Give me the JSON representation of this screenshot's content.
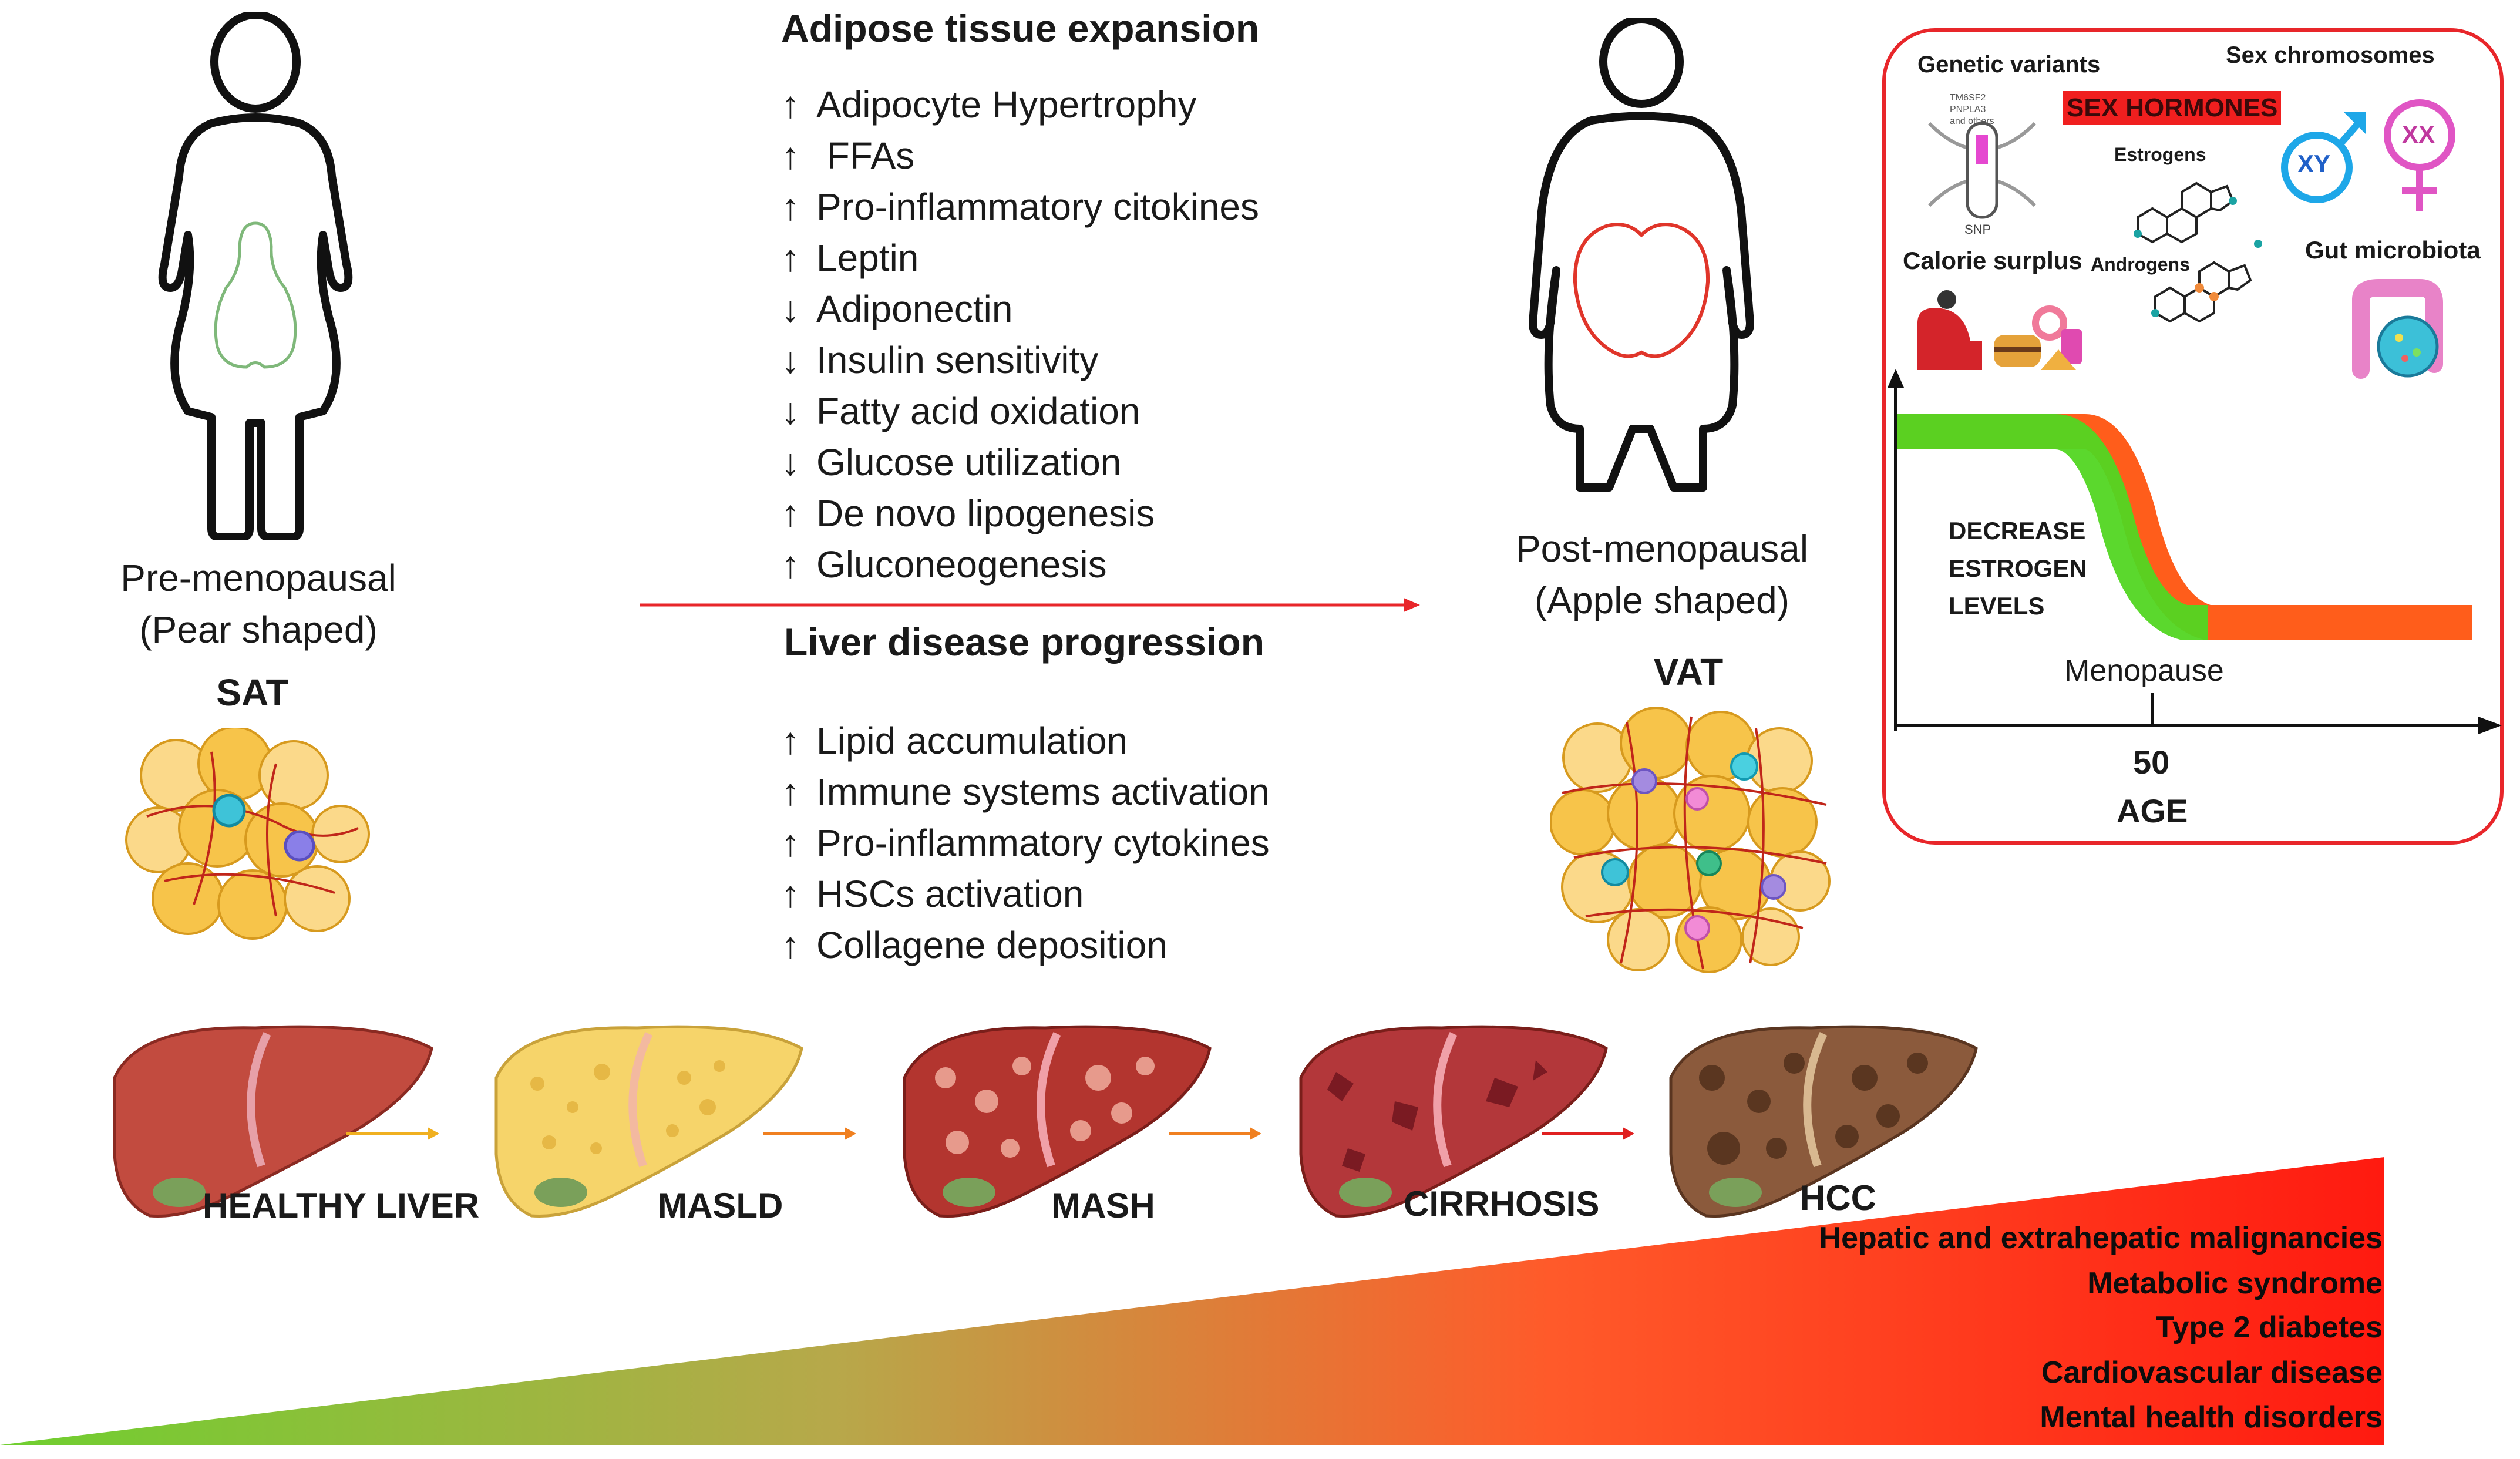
{
  "left_figure": {
    "stage": "Pre-menopausal",
    "shape": "(Pear shaped)",
    "tissue": "SAT"
  },
  "right_figure": {
    "stage": "Post-menopausal",
    "shape": "(Apple shaped)",
    "tissue": "VAT"
  },
  "adipose": {
    "title": "Adipose tissue expansion",
    "items": [
      {
        "arrow": "↑",
        "text": "Adipocyte Hypertrophy"
      },
      {
        "arrow": "↑",
        "text": " FFAs"
      },
      {
        "arrow": "↑",
        "text": "Pro-inflammatory citokines"
      },
      {
        "arrow": "↑",
        "text": "Leptin"
      },
      {
        "arrow": "↓",
        "text": "Adiponectin"
      },
      {
        "arrow": "↓",
        "text": "Insulin sensitivity"
      },
      {
        "arrow": "↓",
        "text": "Fatty acid oxidation"
      },
      {
        "arrow": "↓",
        "text": "Glucose utilization"
      },
      {
        "arrow": "↑",
        "text": "De novo lipogenesis"
      },
      {
        "arrow": "↑",
        "text": "Gluconeogenesis"
      }
    ]
  },
  "liver": {
    "title": "Liver disease progression",
    "items": [
      {
        "arrow": "↑",
        "text": "Lipid accumulation"
      },
      {
        "arrow": "↑",
        "text": "Immune systems activation"
      },
      {
        "arrow": "↑",
        "text": "Pro-inflammatory cytokines"
      },
      {
        "arrow": "↑",
        "text": "HSCs activation"
      },
      {
        "arrow": "↑",
        "text": "Collagene deposition"
      }
    ]
  },
  "panel": {
    "genetic": "Genetic variants",
    "sex_chrom": "Sex chromosomes",
    "hormones": "SEX HORMONES",
    "estrogens": "Estrogens",
    "androgens": "Androgens",
    "calorie": "Calorie surplus",
    "gut": "Gut microbiota",
    "snp": "SNP",
    "gene_names": [
      "TM6SF2",
      "PNPLA3",
      "and others"
    ],
    "decrease_1": "DECREASE",
    "decrease_2": "ESTROGEN",
    "decrease_3": "LEVELS",
    "menopause": "Menopause",
    "age_value": "50",
    "age_label": "AGE",
    "xy": "XY",
    "xx": "XX"
  },
  "stages": [
    "HEALTHY LIVER",
    "MASLD",
    "MASH",
    "CIRRHOSIS",
    "HCC"
  ],
  "consequences": [
    "Hepatic and extrahepatic malignancies",
    "Metabolic syndrome",
    "Type 2 diabetes",
    "Cardiovascular disease",
    "Mental health disorders"
  ],
  "colors": {
    "accent_red": "#e8262a",
    "green": "#6fcf2f",
    "orange": "#ff5a1a",
    "estrogen_green": "#52d622",
    "estrogen_orange": "#ff5d1b"
  }
}
